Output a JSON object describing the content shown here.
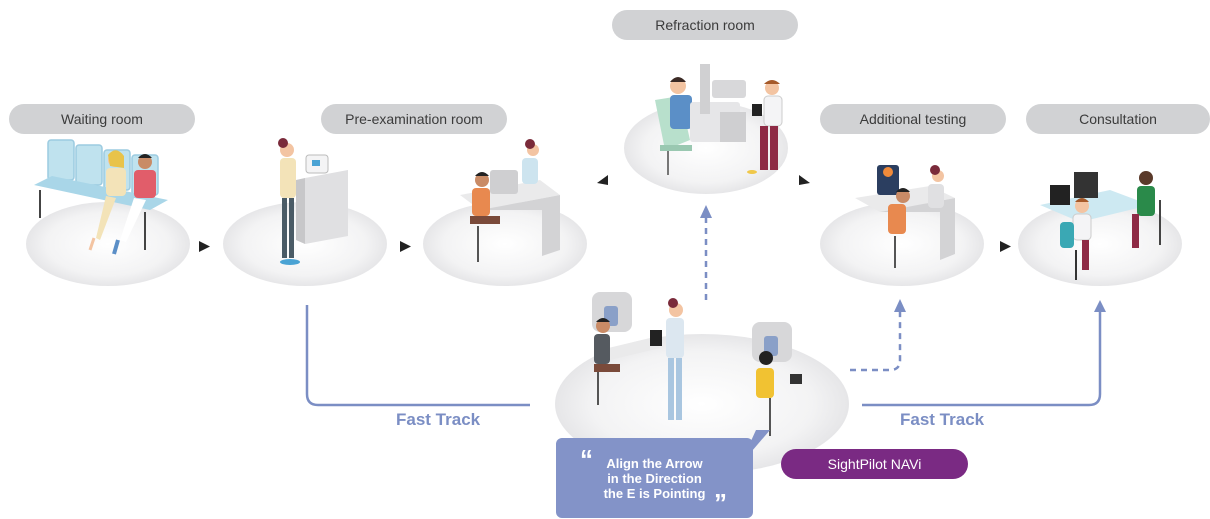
{
  "rooms": {
    "waiting": "Waiting room",
    "pre_exam": "Pre-examination room",
    "refraction": "Refraction room",
    "additional": "Additional testing",
    "consultation": "Consultation"
  },
  "fast_track_left": "Fast Track",
  "fast_track_right": "Fast Track",
  "device_label": "SightPilot NAVi",
  "speech": {
    "open_quote": "“",
    "line1": "Align the Arrow",
    "line2": "in the Direction",
    "line3": "the E is Pointing",
    "close_quote": "”"
  },
  "colors": {
    "platform": "#eeeeef",
    "pill": "#d1d2d4",
    "track": "#7b8ec4",
    "badge": "#7a2a83",
    "bubble": "#8393c8"
  }
}
